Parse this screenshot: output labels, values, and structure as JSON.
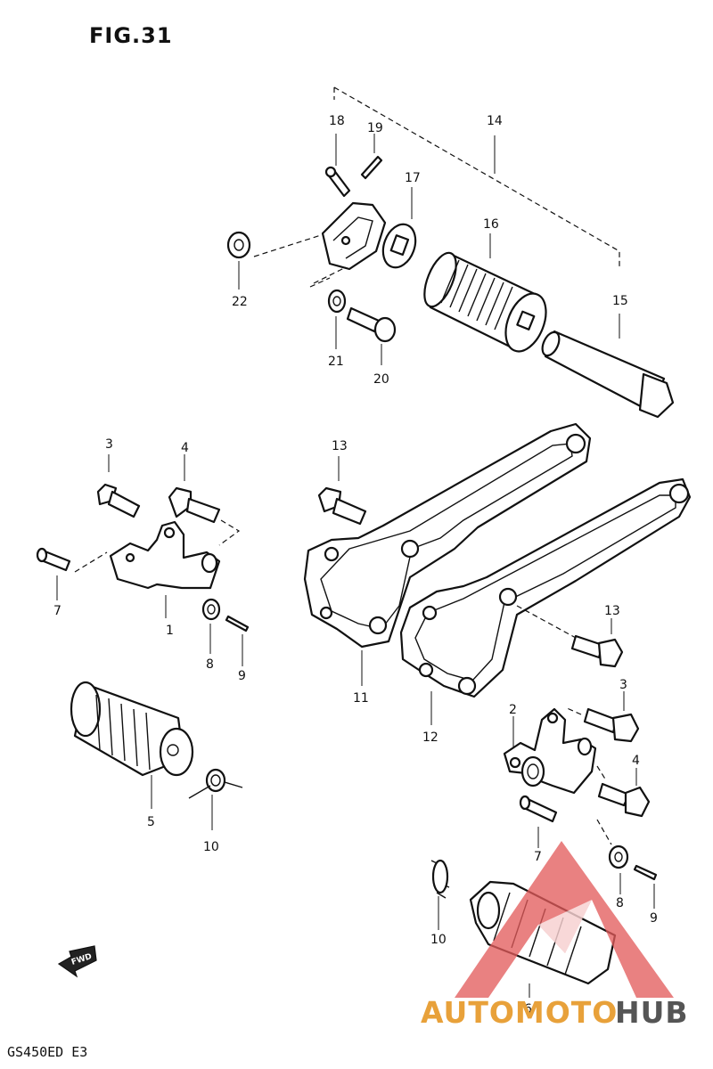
{
  "figure": {
    "title": "FIG.31",
    "model_code": "GS450ED E3"
  },
  "callouts": {
    "c1": "1",
    "c2": "2",
    "c3a": "3",
    "c3b": "3",
    "c4a": "4",
    "c4b": "4",
    "c5": "5",
    "c6": "6",
    "c7a": "7",
    "c7b": "7",
    "c8a": "8",
    "c8b": "8",
    "c9a": "9",
    "c9b": "9",
    "c10a": "10",
    "c10b": "10",
    "c11": "11",
    "c12": "12",
    "c13a": "13",
    "c13b": "13",
    "c14": "14",
    "c15": "15",
    "c16": "16",
    "c17": "17",
    "c18": "18",
    "c19": "19",
    "c20": "20",
    "c21": "21",
    "c22": "22"
  },
  "direction_arrow": {
    "label": "FWD"
  },
  "watermark": {
    "part1": "AUTOMOTO",
    "part2": "HUB",
    "color_primary": "#e8a13a",
    "color_secondary": "#555555",
    "triangle_color": "#e25b5b"
  }
}
